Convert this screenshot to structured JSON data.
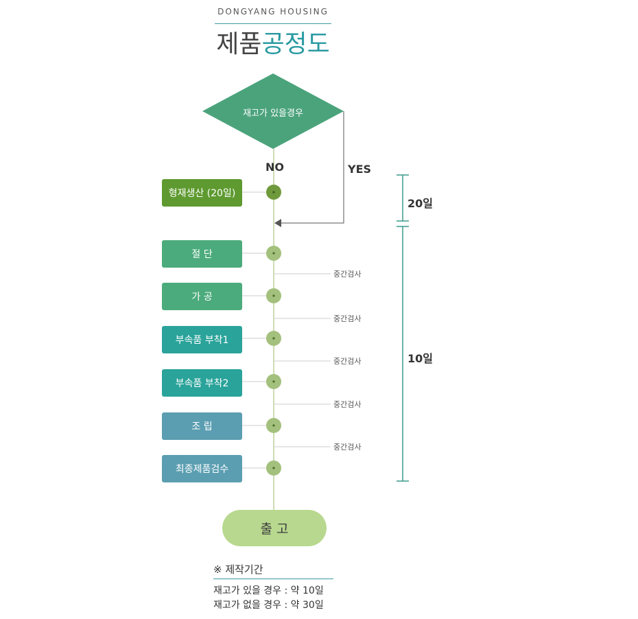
{
  "header": {
    "brand": "DONGYANG HOUSING",
    "title_part1": "제품",
    "title_part2": "공정도"
  },
  "decision": {
    "text": "재고가 있을경우",
    "no_label": "NO",
    "yes_label": "YES"
  },
  "steps": [
    {
      "label": "형재생산 (20일)",
      "color": "#5e9a30"
    },
    {
      "label": "절 단",
      "color": "#4cab7c"
    },
    {
      "label": "가 공",
      "color": "#4cab7c"
    },
    {
      "label": "부속품 부착1",
      "color": "#2aa39a"
    },
    {
      "label": "부속품 부착2",
      "color": "#2aa39a"
    },
    {
      "label": "조 립",
      "color": "#5b9eb1"
    },
    {
      "label": "최종제품검수",
      "color": "#5b9eb1"
    }
  ],
  "inspections": [
    "중간검사",
    "중간검사",
    "중간검사",
    "중간검사",
    "중간검사"
  ],
  "durations": {
    "first": "20일",
    "second": "10일"
  },
  "end": {
    "label": "출 고"
  },
  "note": {
    "title": "※ 제작기간",
    "line1": "재고가 있을 경우 : 약 10일",
    "line2": "재고가 없을 경우 : 약 30일"
  },
  "colors": {
    "diamond": "#4ba37c",
    "flow_line": "#9ab86a",
    "node": "#a3c07d",
    "bracket": "#3a9a8a"
  }
}
